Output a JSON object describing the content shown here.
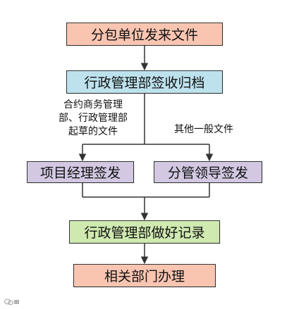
{
  "nodes": {
    "subcontractor_docs": {
      "label": "分包单位发来文件",
      "color": "#f9c5b1"
    },
    "admin_receive": {
      "label": "行政管理部签收归档",
      "color": "#bde2ee"
    },
    "pm_sign": {
      "label": "项目经理签发",
      "color": "#d2c8e2"
    },
    "leader_sign": {
      "label": "分管领导签发",
      "color": "#d2c8e2"
    },
    "admin_record": {
      "label": "行政管理部做好记录",
      "color": "#cfe9b0"
    },
    "dept_handle": {
      "label": "相关部门办理",
      "color": "#f9c5b1"
    }
  },
  "notes": {
    "left_line1": "合约商务管理",
    "left_line2": "部、行政管理部",
    "left_line3": "起草的文件",
    "right": "其他一般文件"
  },
  "colors": {
    "line": "#333333"
  },
  "watermark": {
    "icon": "wechat-logo-icon"
  }
}
